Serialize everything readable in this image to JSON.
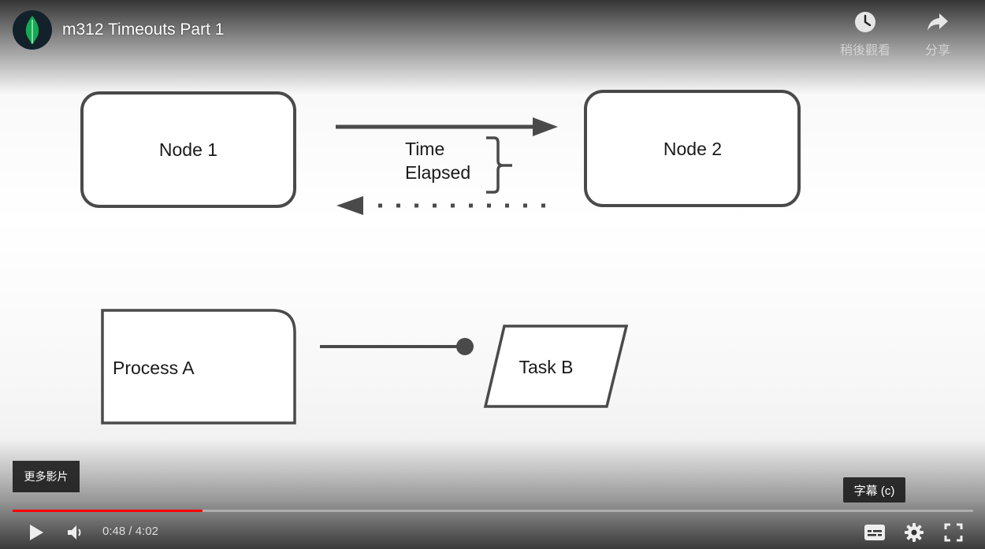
{
  "video": {
    "title": "m312 Timeouts Part 1",
    "channel_logo": "mongodb-leaf-icon"
  },
  "top_actions": {
    "watch_later": {
      "label": "稍後觀看",
      "icon": "clock-icon"
    },
    "share": {
      "label": "分享",
      "icon": "share-arrow-icon"
    }
  },
  "diagram": {
    "node1": "Node 1",
    "node2": "Node 2",
    "time_elapsed_line1": "Time",
    "time_elapsed_line2": "Elapsed",
    "process_a": "Process A",
    "task_b": "Task B"
  },
  "overlay": {
    "more_videos": "更多影片",
    "subtitles_tooltip": "字幕 (c)"
  },
  "controls": {
    "current_time": "0:48",
    "separator": " / ",
    "duration": "4:02",
    "progress_fraction": 0.198,
    "play_icon": "play-icon",
    "volume_icon": "volume-icon",
    "subtitles_icon": "subtitles-icon",
    "settings_icon": "gear-icon",
    "fullscreen_icon": "fullscreen-icon"
  },
  "colors": {
    "progress_played": "#ff0000",
    "diagram_stroke": "#4a4a4a",
    "logo_bg": "#13212b",
    "logo_leaf": "#13aa52"
  }
}
